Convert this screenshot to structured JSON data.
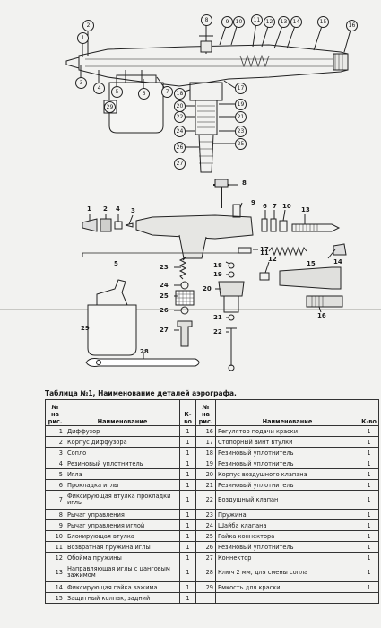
{
  "title": "Таблица №1, Наименование деталей аэрографа.",
  "headers": {
    "num": "№ на рис.",
    "name": "Наименование",
    "qty": "К-во"
  },
  "rows": [
    {
      "l_num": "1",
      "l_name": "Диффузор",
      "l_qty": "1",
      "r_num": "16",
      "r_name": "Регулятор подачи краски",
      "r_qty": "1"
    },
    {
      "l_num": "2",
      "l_name": "Корпус диффузора",
      "l_qty": "1",
      "r_num": "17",
      "r_name": "Стопорный винт втулки",
      "r_qty": "1"
    },
    {
      "l_num": "3",
      "l_name": "Сопло",
      "l_qty": "1",
      "r_num": "18",
      "r_name": "Резиновый уплотнитель",
      "r_qty": "1"
    },
    {
      "l_num": "4",
      "l_name": "Резиновый уплотнитель",
      "l_qty": "1",
      "r_num": "19",
      "r_name": "Резиновый уплотнитель",
      "r_qty": "1"
    },
    {
      "l_num": "5",
      "l_name": "Игла",
      "l_qty": "1",
      "r_num": "20",
      "r_name": "Корпус воздушного клапана",
      "r_qty": "1"
    },
    {
      "l_num": "6",
      "l_name": "Прокладка иглы",
      "l_qty": "1",
      "r_num": "21",
      "r_name": "Резиновый уплотнитель",
      "r_qty": "1"
    },
    {
      "l_num": "7",
      "l_name": "Фиксирующая втулка прокладки иглы",
      "l_qty": "1",
      "r_num": "22",
      "r_name": "Воздушный клапан",
      "r_qty": "1"
    },
    {
      "l_num": "8",
      "l_name": "Рычаг управления",
      "l_qty": "1",
      "r_num": "23",
      "r_name": "Пружина",
      "r_qty": "1"
    },
    {
      "l_num": "9",
      "l_name": "Рычаг управления иглой",
      "l_qty": "1",
      "r_num": "24",
      "r_name": "Шайба клапана",
      "r_qty": "1"
    },
    {
      "l_num": "10",
      "l_name": "Блокирующая втулка",
      "l_qty": "1",
      "r_num": "25",
      "r_name": "Гайка коннектора",
      "r_qty": "1"
    },
    {
      "l_num": "11",
      "l_name": "Возвратная пружина иглы",
      "l_qty": "1",
      "r_num": "26",
      "r_name": "Резиновый уплотнитель",
      "r_qty": "1"
    },
    {
      "l_num": "12",
      "l_name": "Обойма пружины",
      "l_qty": "1",
      "r_num": "27",
      "r_name": "Коннектор",
      "r_qty": "1"
    },
    {
      "l_num": "13",
      "l_name": "Направляющая иглы с цанговым зажимом",
      "l_qty": "1",
      "r_num": "28",
      "r_name": "Ключ 2 мм, для смены сопла",
      "r_qty": "1"
    },
    {
      "l_num": "14",
      "l_name": "Фиксирующая гайка зажима",
      "l_qty": "1",
      "r_num": "29",
      "r_name": "Емкость для краски",
      "r_qty": "1"
    },
    {
      "l_num": "15",
      "l_name": "Защитный колпак, задний",
      "l_qty": "1",
      "r_num": "",
      "r_name": "",
      "r_qty": ""
    }
  ],
  "top_callouts": [
    "1",
    "2",
    "3",
    "4",
    "5",
    "6",
    "7",
    "8",
    "9",
    "10",
    "11",
    "12",
    "13",
    "14",
    "15",
    "16",
    "17",
    "18",
    "19",
    "20",
    "21",
    "22",
    "23",
    "24",
    "25",
    "26",
    "27",
    "29"
  ],
  "exploded_labels": [
    "1",
    "2",
    "3",
    "4",
    "5",
    "6",
    "7",
    "8",
    "9",
    "10",
    "11",
    "12",
    "13",
    "14",
    "15",
    "16",
    "17",
    "18",
    "19",
    "20",
    "21",
    "22",
    "23",
    "24",
    "25",
    "26",
    "27",
    "28",
    "29"
  ]
}
